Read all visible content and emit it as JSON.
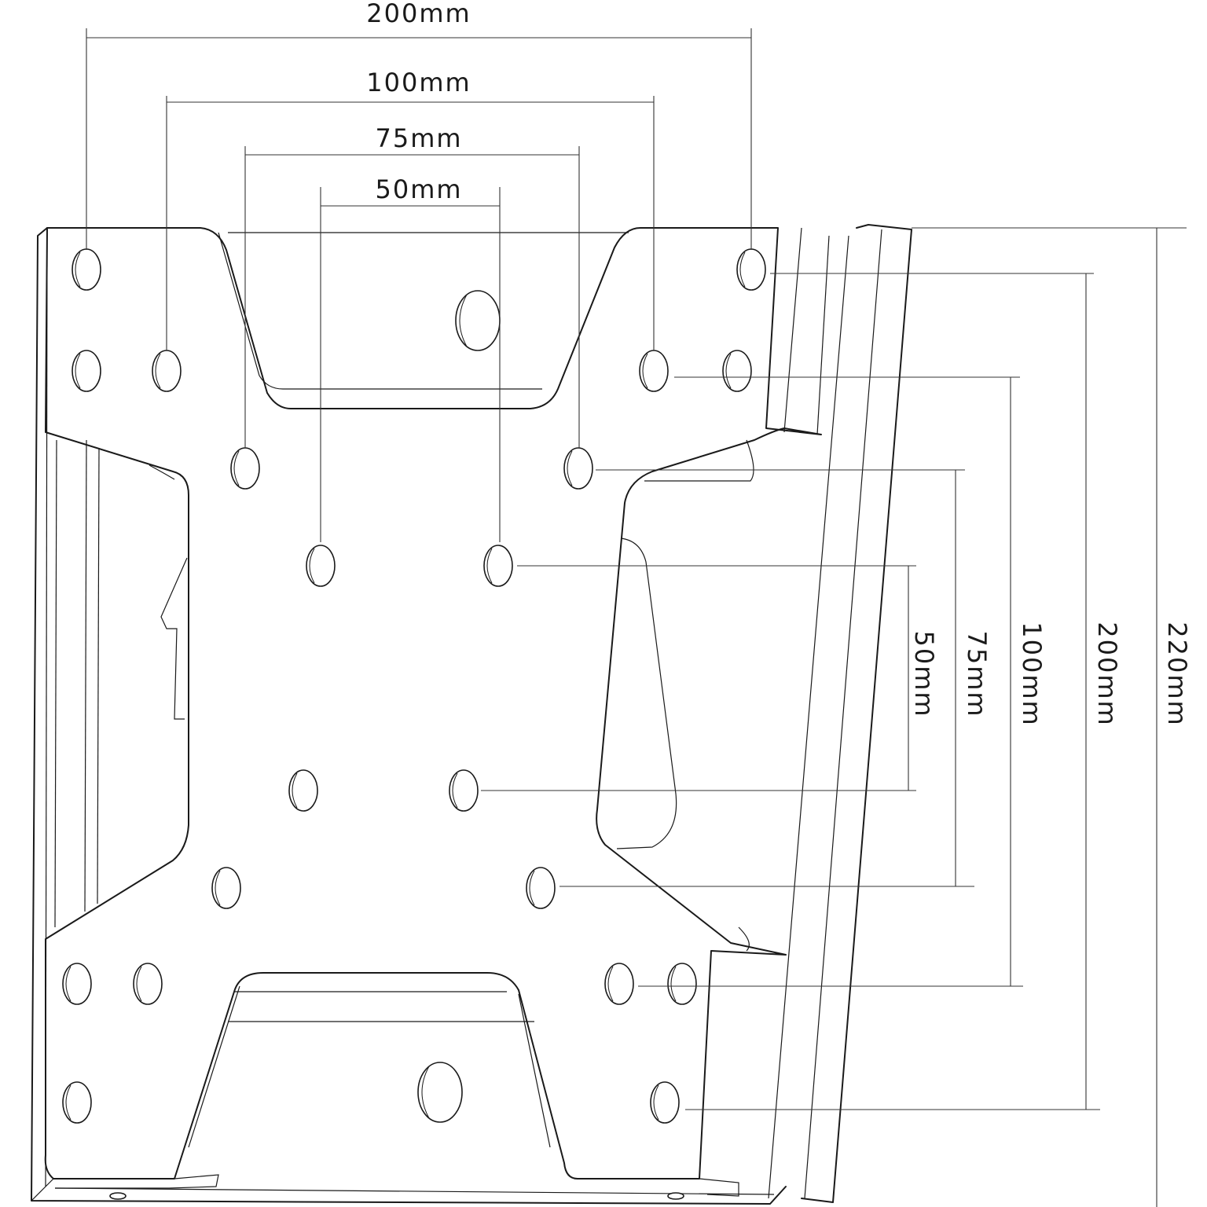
{
  "horizontal_dimensions": [
    {
      "id": "h200",
      "label": "200mm"
    },
    {
      "id": "h100",
      "label": "100mm"
    },
    {
      "id": "h75",
      "label": "75mm"
    },
    {
      "id": "h50",
      "label": "50mm"
    }
  ],
  "vertical_dimensions": [
    {
      "id": "v50",
      "label": "50mm"
    },
    {
      "id": "v75",
      "label": "75mm"
    },
    {
      "id": "v100",
      "label": "100mm"
    },
    {
      "id": "v200",
      "label": "200mm"
    },
    {
      "id": "v220",
      "label": "220mm"
    }
  ],
  "colors": {
    "line": "#1a1a1a",
    "background": "#ffffff"
  }
}
